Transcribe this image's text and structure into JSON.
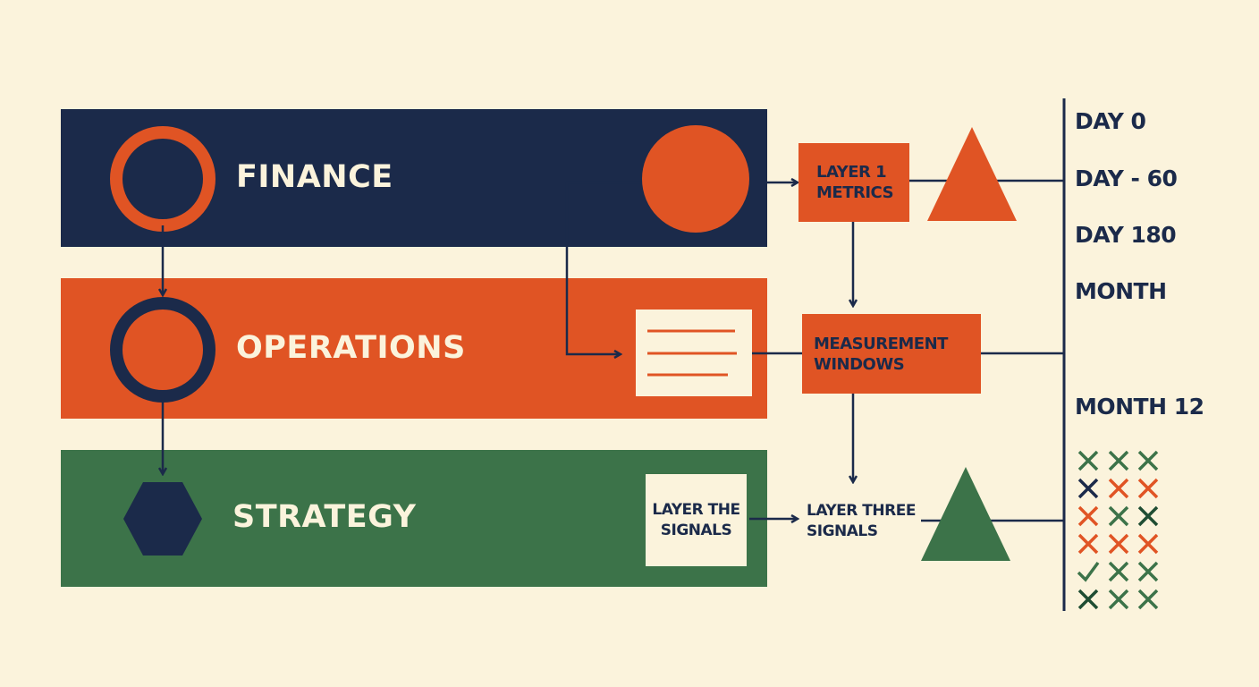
{
  "colors": {
    "background": "#fbf3dc",
    "navy": "#1b2a4a",
    "orange": "#e05424",
    "green": "#3c7349",
    "dark_green": "#1f4d33"
  },
  "bands": [
    {
      "label": "FINANCE",
      "icon": "ring-icon"
    },
    {
      "label": "OPERATIONS",
      "icon": "ring-icon"
    },
    {
      "label": "STRATEGY",
      "icon": "hexagon-icon"
    }
  ],
  "boxes": {
    "layer1": [
      "LAYER 1",
      "METRICS"
    ],
    "measurement": [
      "MEASUREMENT",
      "WINDOWS"
    ],
    "layer_the": [
      "LAYER THE",
      "SIGNALS"
    ],
    "layer_three": [
      "LAYER THREE",
      "SIGNALS"
    ]
  },
  "timeline": [
    "DAY 0",
    "DAY - 60",
    "DAY 180",
    "MONTH",
    "MONTH 12"
  ],
  "marks": [
    [
      [
        "x",
        "green"
      ],
      [
        "x",
        "green"
      ],
      [
        "x",
        "green"
      ]
    ],
    [
      [
        "x",
        "navy"
      ],
      [
        "x",
        "orange"
      ],
      [
        "x",
        "orange"
      ]
    ],
    [
      [
        "x",
        "orange"
      ],
      [
        "x",
        "green"
      ],
      [
        "x",
        "dark_green"
      ]
    ],
    [
      [
        "x",
        "orange"
      ],
      [
        "x",
        "orange"
      ],
      [
        "x",
        "orange"
      ]
    ],
    [
      [
        "check",
        "green"
      ],
      [
        "x",
        "green"
      ],
      [
        "x",
        "green"
      ]
    ],
    [
      [
        "x",
        "dark_green"
      ],
      [
        "x",
        "green"
      ],
      [
        "x",
        "green"
      ]
    ]
  ]
}
